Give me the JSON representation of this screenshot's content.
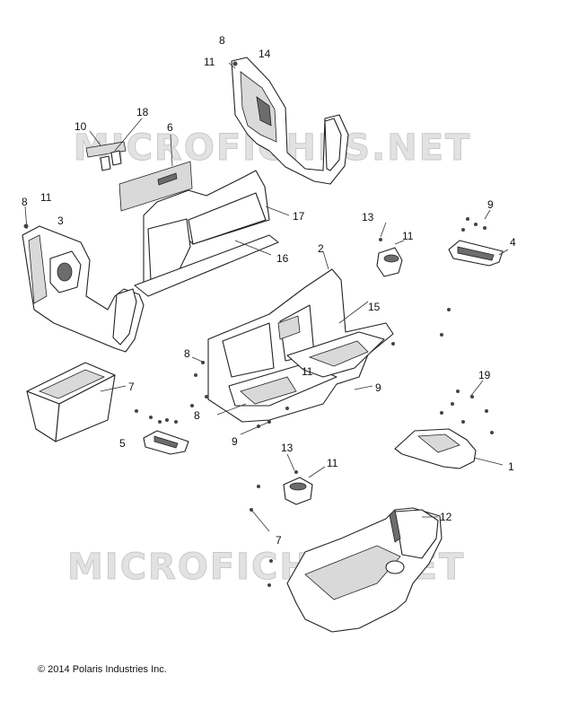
{
  "watermarks": [
    "MICROFICHES.NET",
    "MICROFICHES.NET"
  ],
  "copyright": "© 2014 Polaris Industries Inc.",
  "callouts": [
    "8",
    "11",
    "14",
    "10",
    "18",
    "6",
    "17",
    "13",
    "11",
    "9",
    "4",
    "8",
    "11",
    "3",
    "2",
    "16",
    "15",
    "8",
    "11",
    "9",
    "19",
    "7",
    "8",
    "5",
    "9",
    "13",
    "11",
    "1",
    "12",
    "7"
  ]
}
